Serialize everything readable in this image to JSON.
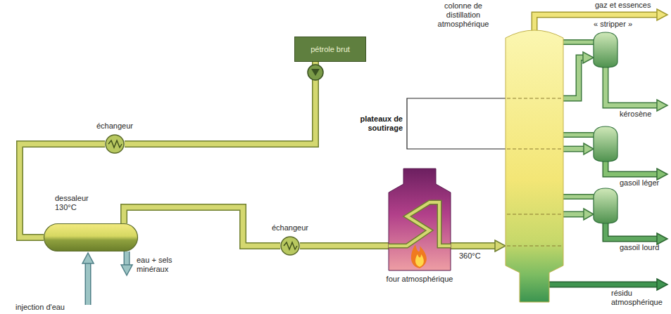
{
  "diagram": {
    "nodes": [
      {
        "text": [
          "pétrole brut"
        ]
      },
      {
        "text": [
          "échangeur"
        ]
      },
      {
        "text": [
          "dessaleur 130°C"
        ]
      },
      {
        "text": [
          "échangeur"
        ]
      },
      {
        "text": [
          "four atmosphérique"
        ]
      },
      {
        "text": [
          "colonne de distillation atmosphérique"
        ]
      },
      {
        "text": [
          "« stripper »"
        ]
      }
    ],
    "edges": [
      {
        "from": 0,
        "to": 1,
        "arrow": "none"
      },
      {
        "from": 1,
        "to": 2,
        "arrow": "none"
      },
      {
        "from": 2,
        "to": 3,
        "arrow": "none"
      },
      {
        "from": 3,
        "to": 4,
        "arrow": "none"
      },
      {
        "from": 4,
        "to": 5,
        "label": "360°C",
        "arrow": "to"
      },
      {
        "from": 5,
        "to": 6,
        "arrow": "to"
      }
    ],
    "labels": [
      "eau + sels minéraux",
      "injection d'eau",
      "plateaux de soutirage",
      "gaz et essences",
      "kérosène",
      "gasoil léger",
      "gasoil lourd",
      "résidu atmosphérique"
    ]
  }
}
